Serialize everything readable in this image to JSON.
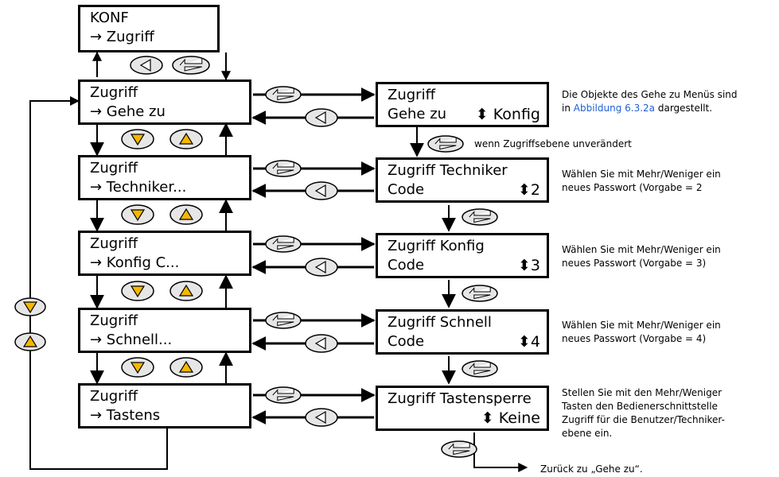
{
  "boxes": {
    "konf": {
      "l1": "KONF",
      "l2": "→ Zugriff"
    },
    "menu_goto": {
      "l1": "Zugriff",
      "l2": "→ Gehe zu"
    },
    "menu_tech": {
      "l1": "Zugriff",
      "l2": "→ Techniker..."
    },
    "menu_konfig": {
      "l1": "Zugriff",
      "l2": "→ Konfig C..."
    },
    "menu_schnell": {
      "l1": "Zugriff",
      "l2": "→ Schnell..."
    },
    "menu_tastens": {
      "l1": "Zugriff",
      "l2": "→ Tastens"
    },
    "det_goto": {
      "l1": "Zugriff",
      "l2": "Gehe zu",
      "val": "⬍ Konfig"
    },
    "det_tech": {
      "l1": "Zugriff Techniker",
      "l2": "Code",
      "val": "⬍2"
    },
    "det_konfig": {
      "l1": "Zugriff Konfig",
      "l2": "Code",
      "val": "⬍3"
    },
    "det_schnell": {
      "l1": "Zugriff Schnell",
      "l2": "Code",
      "val": "⬍4"
    },
    "det_tasten": {
      "l1": "Zugriff Tastensperre",
      "l2": "",
      "val": "⬍ Keine"
    }
  },
  "notes": {
    "goto_a": "Die Objekte des Gehe zu Menüs sind",
    "goto_b_prefix": "in ",
    "goto_b_link": "Abbildung 6.3.2a",
    "goto_b_suffix": " dargestellt.",
    "unchanged": "wenn Zugriffsebene unverändert",
    "tech_a": "Wählen Sie mit Mehr/Weniger ein",
    "tech_b": "neues Passwort (Vorgabe = 2",
    "konfig_a": "Wählen Sie mit Mehr/Weniger ein",
    "konfig_b": "neues Passwort (Vorgabe = 3)",
    "schnell_a": "Wählen Sie mit Mehr/Weniger ein",
    "schnell_b": "neues Passwort (Vorgabe = 4)",
    "tasten_a": "Stellen Sie mit den Mehr/Weniger",
    "tasten_b": "Tasten den Bedienerschnittstelle",
    "tasten_c": "Zugriff für die Benutzer/Techniker-",
    "tasten_d": "ebene ein.",
    "back": "Zurück zu „Gehe zu“."
  },
  "colors": {
    "key_fill": "#e6e6e6",
    "arrow_key_fill": "#f5b800",
    "line": "#000000",
    "link": "#1f5fd6"
  },
  "icons": {
    "enter": "enter-key-icon",
    "back": "back-key-icon",
    "down": "down-key-icon",
    "up": "up-key-icon"
  }
}
